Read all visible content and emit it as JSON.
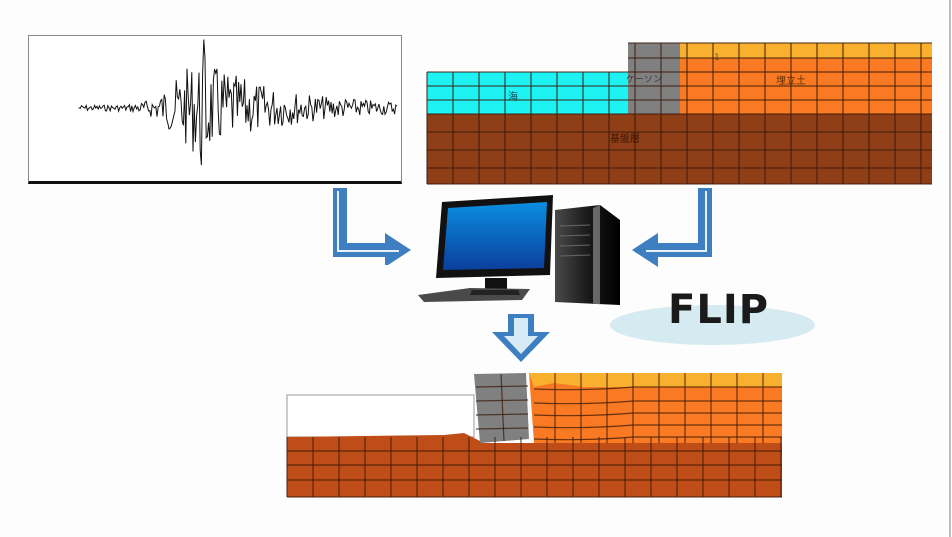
{
  "diagram": {
    "title": "FLIP seismic liquefaction analysis flow",
    "inputs": {
      "seismic_wave": {
        "icon": "seismogram-icon",
        "description": "input earthquake acceleration waveform"
      },
      "model": {
        "description": "initial finite element model of quay wall",
        "layers": {
          "sea": "海",
          "caisson": "ケーソン",
          "top_layer": "1",
          "backfill": "埋立土",
          "foundation": "基盤層"
        }
      }
    },
    "process": {
      "icon": "desktop-computer-icon",
      "software_label": "FLIP"
    },
    "output": {
      "description": "deformed finite element mesh after shaking"
    },
    "arrows": [
      "arrow-from-wave-to-computer",
      "arrow-from-model-to-computer",
      "arrow-from-computer-to-result"
    ],
    "colors": {
      "sea": "#1ef2f2",
      "caisson": "#808080",
      "top_layer": "#f9b02e",
      "backfill": "#f97a22",
      "foundation": "#8e3f17",
      "foundation_result": "#bf4d18",
      "arrow": "#3d7fc0",
      "flip_ellipse": "#d5ebf1",
      "screen": "#0b6bc8"
    }
  }
}
